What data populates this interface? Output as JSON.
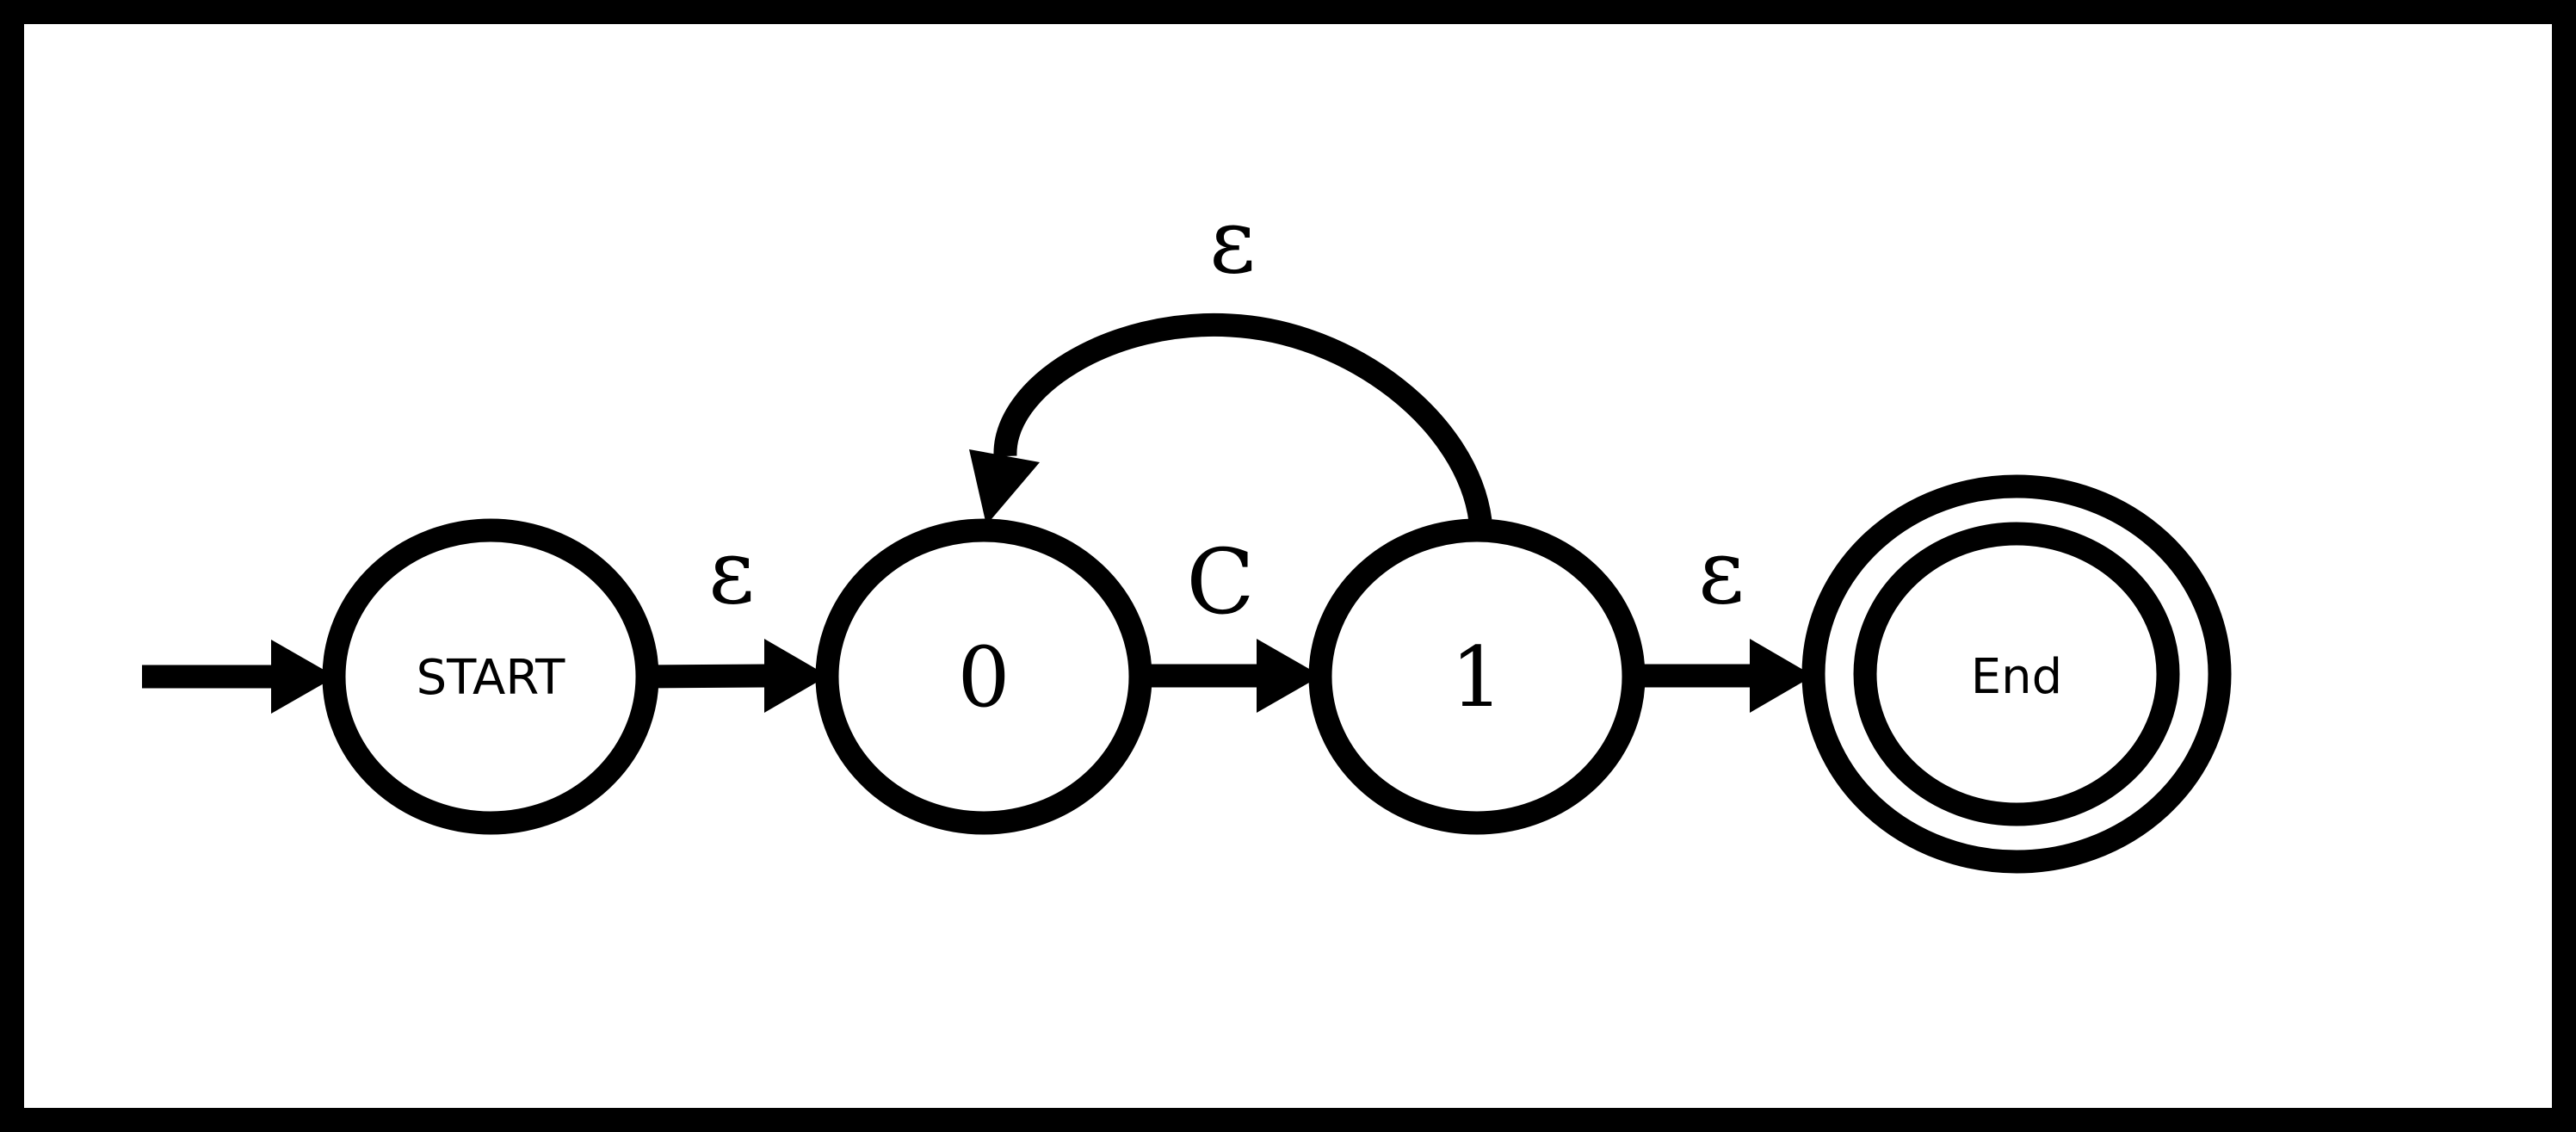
{
  "diagram": {
    "states": {
      "start": "START",
      "s0": "0",
      "s1": "1",
      "end": "End"
    },
    "transitions": {
      "start_to_0": "ε",
      "s0_to_1": "C",
      "s1_to_0": "ε",
      "s1_to_end": "ε"
    }
  },
  "colors": {
    "stroke": "#000000",
    "background": "#ffffff"
  }
}
